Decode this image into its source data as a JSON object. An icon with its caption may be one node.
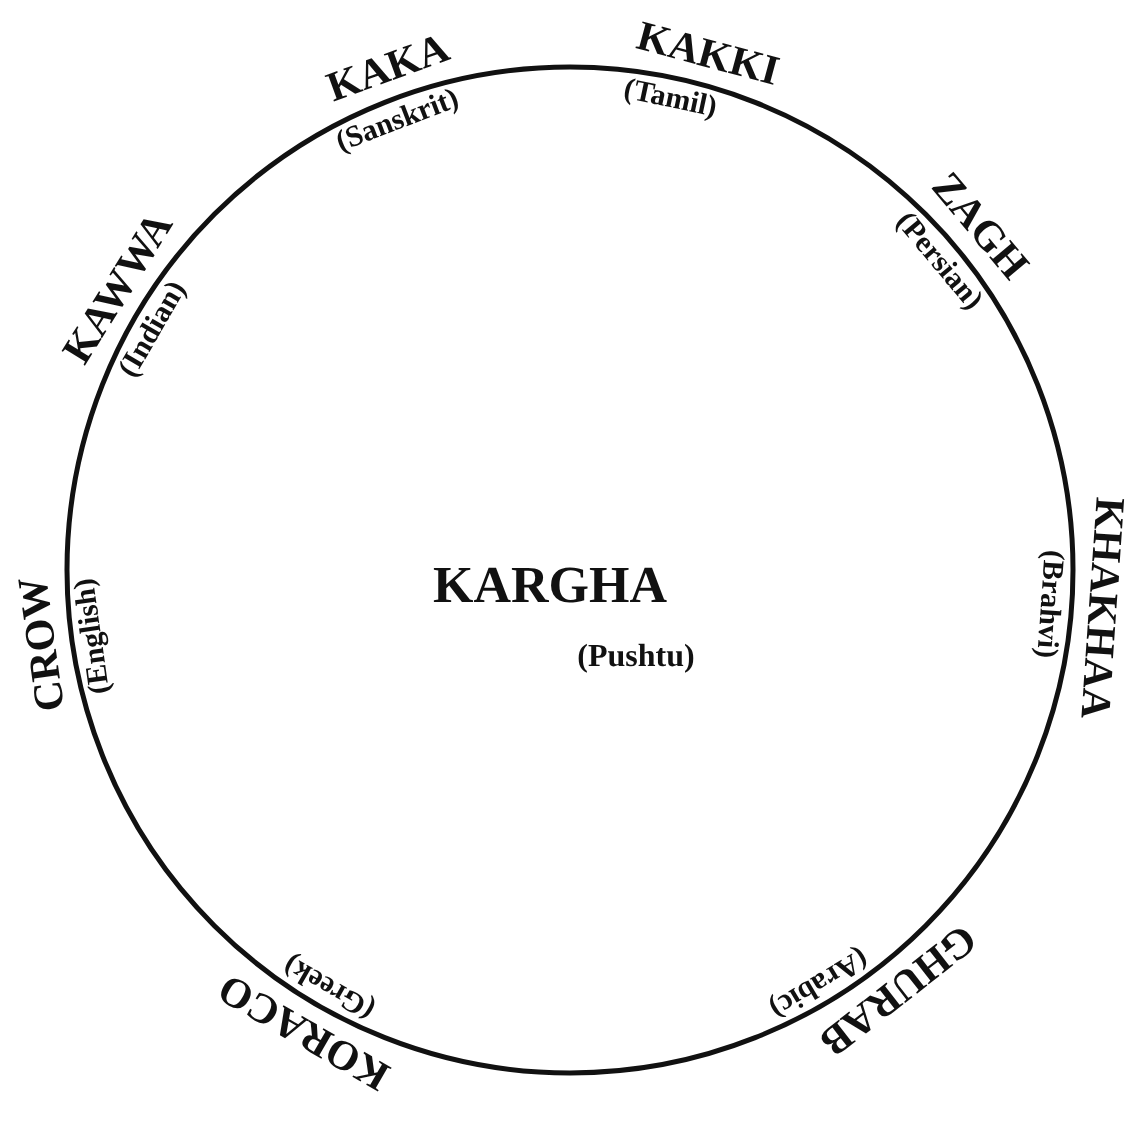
{
  "diagram": {
    "nodes": [
      {
        "text": [
          "KARGHA",
          "(Pushtu)"
        ]
      }
    ],
    "labels": [
      "KAWWA",
      "(Indian)",
      "KAKA",
      "(Sanskrit)",
      "KAKKI",
      "(Tamil)",
      "ZAGH",
      "(Persian)",
      "CROW",
      "(English)",
      "KHAKHAA",
      "(Brahvi)",
      "KORACO",
      "(Greek)",
      "GHURAB",
      "(Arabic)"
    ]
  }
}
